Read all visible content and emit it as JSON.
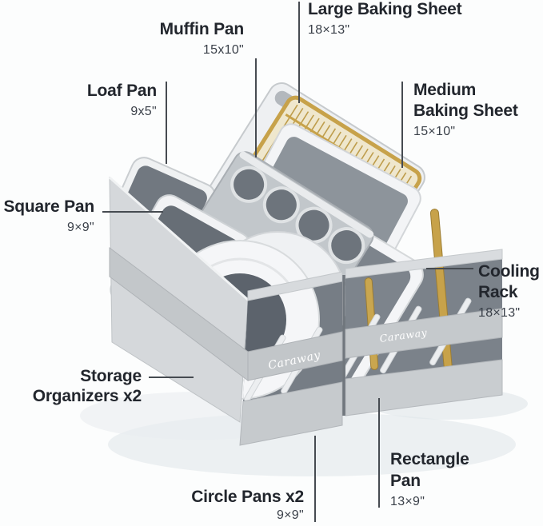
{
  "product_figure": {
    "brand": "Caraway",
    "background_color": "#fcfdfd",
    "callout_line_color": "#464b51",
    "gold_color": "#c7a24a",
    "fabric_color": "#ccd0d3",
    "pan_interior_color": "#757c84",
    "labels": {
      "large_baking_sheet": {
        "name": "Large Baking Sheet",
        "dimensions": "18×13\""
      },
      "muffin_pan": {
        "name": "Muffin Pan",
        "dimensions": "15x10\""
      },
      "loaf_pan": {
        "name": "Loaf Pan",
        "dimensions": "9x5\""
      },
      "medium_baking_sheet": {
        "name": "Medium Baking Sheet",
        "dimensions": "15×10\""
      },
      "square_pan": {
        "name": "Square Pan",
        "dimensions": "9×9\""
      },
      "cooling_rack": {
        "name": "Cooling Rack",
        "dimensions": "18×13\""
      },
      "storage_organizers": {
        "name": "Storage Organizers x2"
      },
      "rectangle_pan": {
        "name": "Rectangle Pan",
        "dimensions": "13×9\""
      },
      "circle_pans": {
        "name": "Circle Pans x2",
        "dimensions": "9×9\""
      }
    },
    "organizer_straps": [
      {
        "logo": "Caraway"
      },
      {
        "logo": "Caraway"
      }
    ]
  }
}
